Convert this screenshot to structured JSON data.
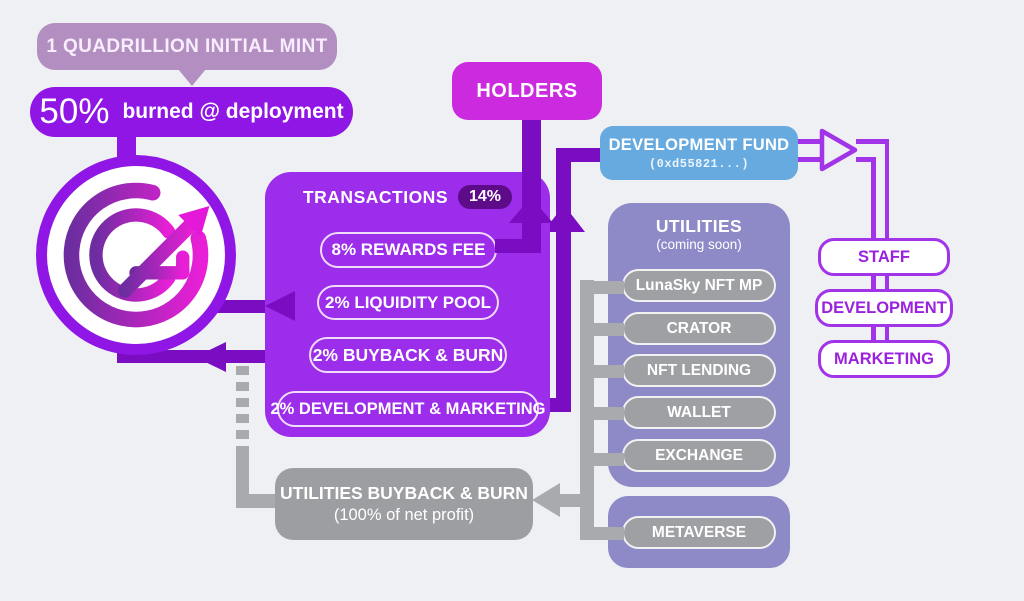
{
  "colors": {
    "bg": "#eef0f3",
    "mauve": "#b38fc1",
    "purple": "#8f16e4",
    "purpleBox": "#9c2deb",
    "darkPurple": "#7a0cc2",
    "badge": "#5e0b8a",
    "magenta": "#cb2ade",
    "blue": "#67aadf",
    "slate": "#8e89c7",
    "grayPill": "#9fa0a4",
    "grayLine": "#a9aaad",
    "grayBox": "#9d9ea2",
    "outlinePurple": "#a133e8",
    "outlineText": "#9b22dd",
    "white": "#ffffff"
  },
  "mint": {
    "label": "1 QUADRILLION INITIAL MINT"
  },
  "burn": {
    "percent": "50%",
    "label": "burned @ deployment"
  },
  "holders": {
    "label": "HOLDERS"
  },
  "transactions": {
    "title": "TRANSACTIONS",
    "badge": "14%",
    "fees": [
      {
        "label": "8% REWARDS FEE"
      },
      {
        "label": "2% LIQUIDITY POOL"
      },
      {
        "label": "2% BUYBACK & BURN"
      },
      {
        "label": "2% DEVELOPMENT & MARKETING"
      }
    ]
  },
  "development_fund": {
    "title": "DEVELOPMENT FUND",
    "address": "(0xd55821...)"
  },
  "fund_allocation": [
    {
      "label": "STAFF"
    },
    {
      "label": "DEVELOPMENT"
    },
    {
      "label": "MARKETING"
    }
  ],
  "utilities": {
    "title": "UTILITIES",
    "subtitle": "(coming soon)",
    "items": [
      {
        "label": "LunaSky NFT MP"
      },
      {
        "label": "CRATOR"
      },
      {
        "label": "NFT LENDING"
      },
      {
        "label": "WALLET"
      },
      {
        "label": "EXCHANGE"
      }
    ]
  },
  "metaverse": {
    "label": "METAVERSE"
  },
  "utilities_buyback": {
    "title": "UTILITIES BUYBACK & BURN",
    "subtitle": "(100% of net profit)"
  }
}
